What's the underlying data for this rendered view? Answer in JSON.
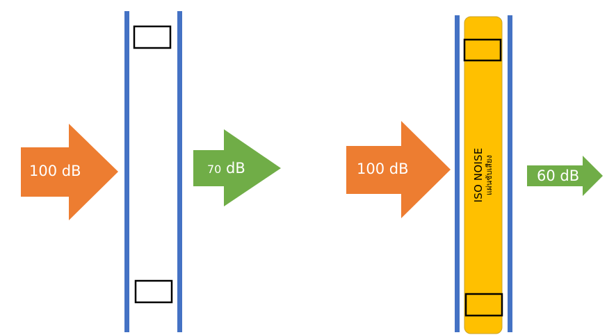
{
  "left_scene": {
    "incoming_label": "100 dB",
    "outgoing_prefix": "70",
    "outgoing_unit": " dB"
  },
  "right_scene": {
    "incoming_label": "100 dB",
    "outgoing_label": "60 dB",
    "insulation_title": "ISO NOISE",
    "insulation_subtitle": "แผ่นซับเสียง"
  },
  "colors": {
    "wall_blue": "#4472c4",
    "incoming_orange": "#ed7d31",
    "outgoing_green": "#70ad47",
    "insulation_yellow": "#ffc000"
  }
}
